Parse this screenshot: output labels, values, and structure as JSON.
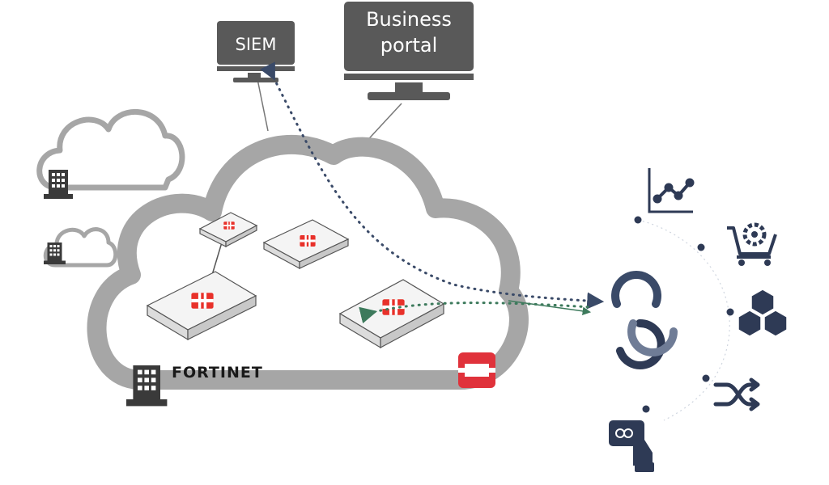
{
  "monitors": {
    "siem": {
      "label": "SIEM"
    },
    "business_portal": {
      "label_line1": "Business",
      "label_line2": "portal"
    }
  },
  "brand": {
    "name": "FORTINET"
  },
  "colors": {
    "cloud_outline": "#a6a6a6",
    "monitor_fill": "#595959",
    "fortinet_red": "#e8312a",
    "openstack_red": "#e0323b",
    "icon_navy": "#2e3a55",
    "dot_line": "#3a4a68",
    "green_arrow": "#3d7a5c"
  },
  "icons": [
    "building-icon",
    "line-chart-icon",
    "cart-gear-icon",
    "cubes-icon",
    "shuffle-arrows-icon",
    "tap-card-icon",
    "openstack-logo-icon",
    "orchestrator-logo-icon"
  ]
}
